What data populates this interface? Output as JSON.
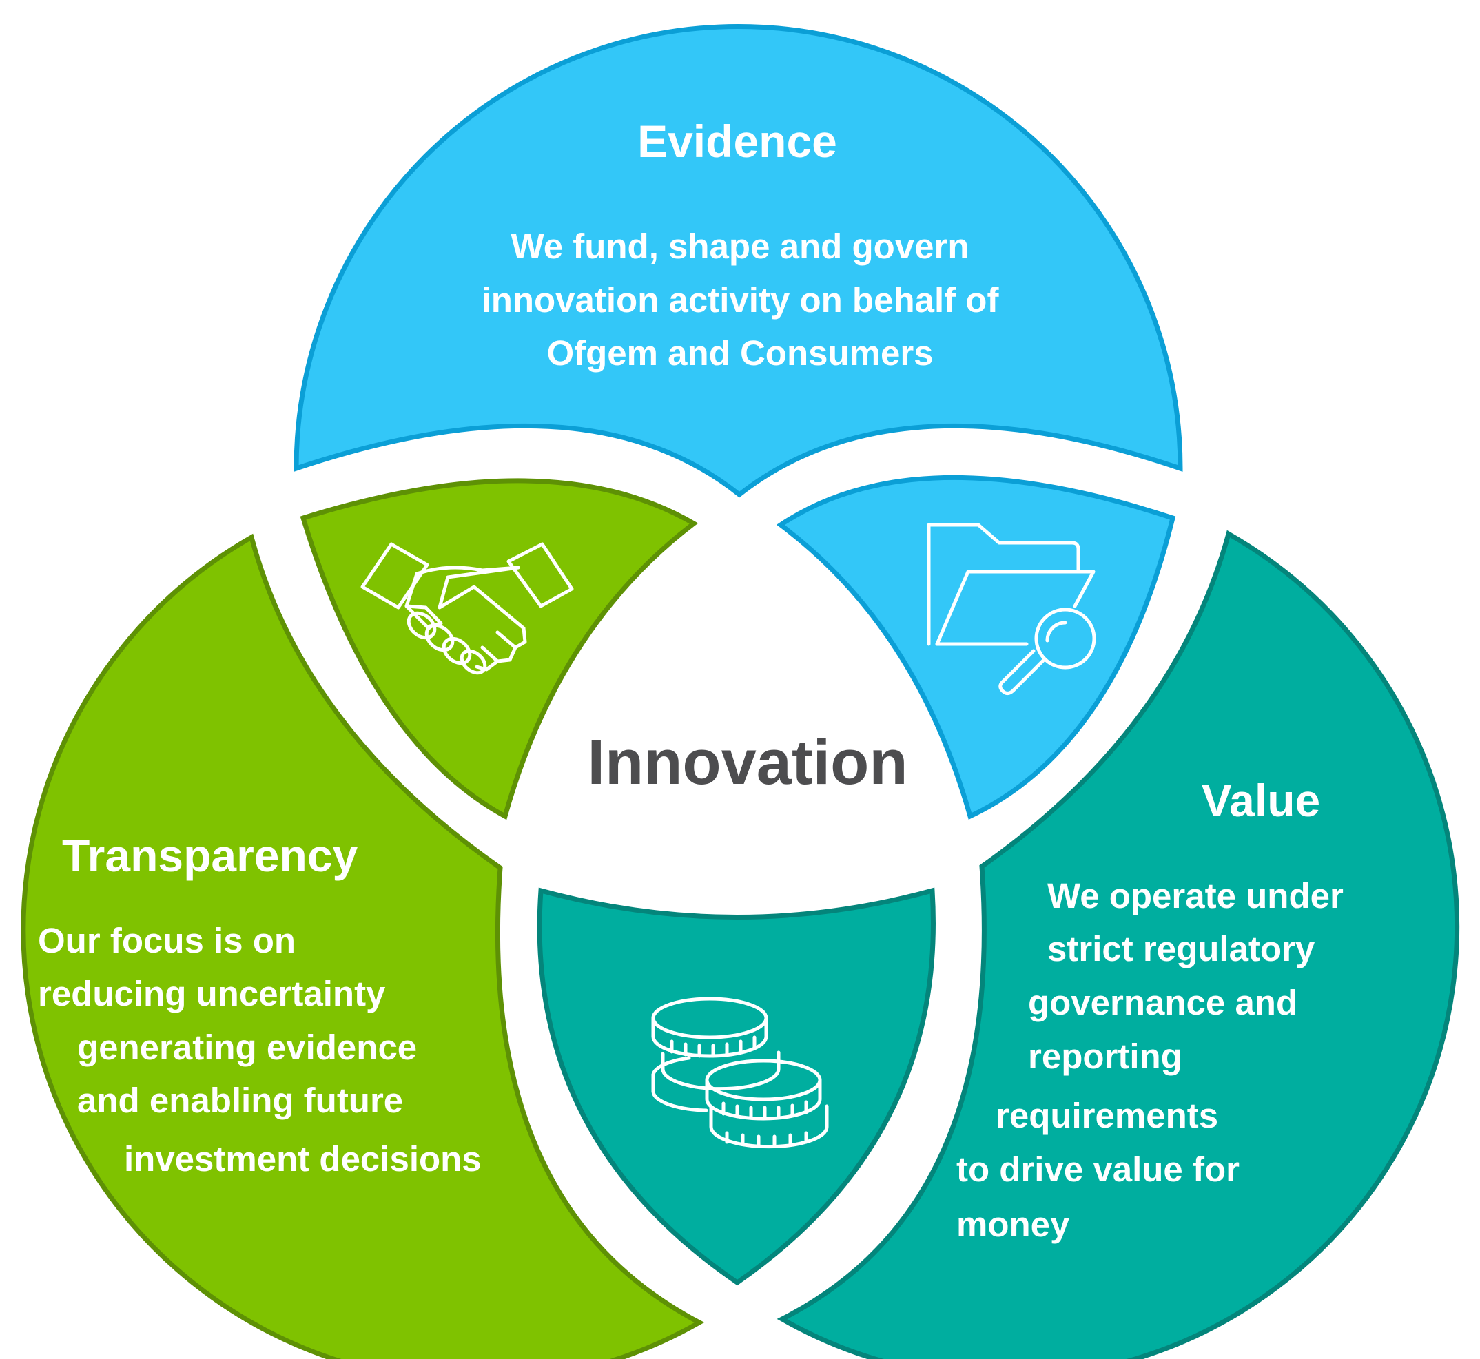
{
  "colors": {
    "evidence_fill": "#33c7f8",
    "evidence_stroke": "#0b9fd6",
    "transparency_fill": "#7fc200",
    "transparency_stroke": "#5e9105",
    "value_fill": "#00ae9f",
    "value_stroke": "#04857b",
    "center_text": "#4d4d4f",
    "background": "#ffffff"
  },
  "center": {
    "label": "Innovation"
  },
  "evidence": {
    "title": "Evidence",
    "lines": [
      "We fund, shape and govern",
      "innovation activity on behalf of",
      "Ofgem and Consumers"
    ]
  },
  "transparency": {
    "title": "Transparency",
    "lines": [
      "Our focus is on",
      "reducing uncertainty",
      "generating evidence",
      "and enabling future",
      "investment decisions"
    ]
  },
  "value": {
    "title": "Value",
    "lines": [
      "We operate under",
      "strict regulatory",
      "governance and",
      "reporting",
      "requirements",
      "to drive value for",
      "money"
    ]
  },
  "icons": {
    "evidence_transparency": "handshake-icon",
    "evidence_value": "folder-search-icon",
    "transparency_value": "coins-icon"
  }
}
